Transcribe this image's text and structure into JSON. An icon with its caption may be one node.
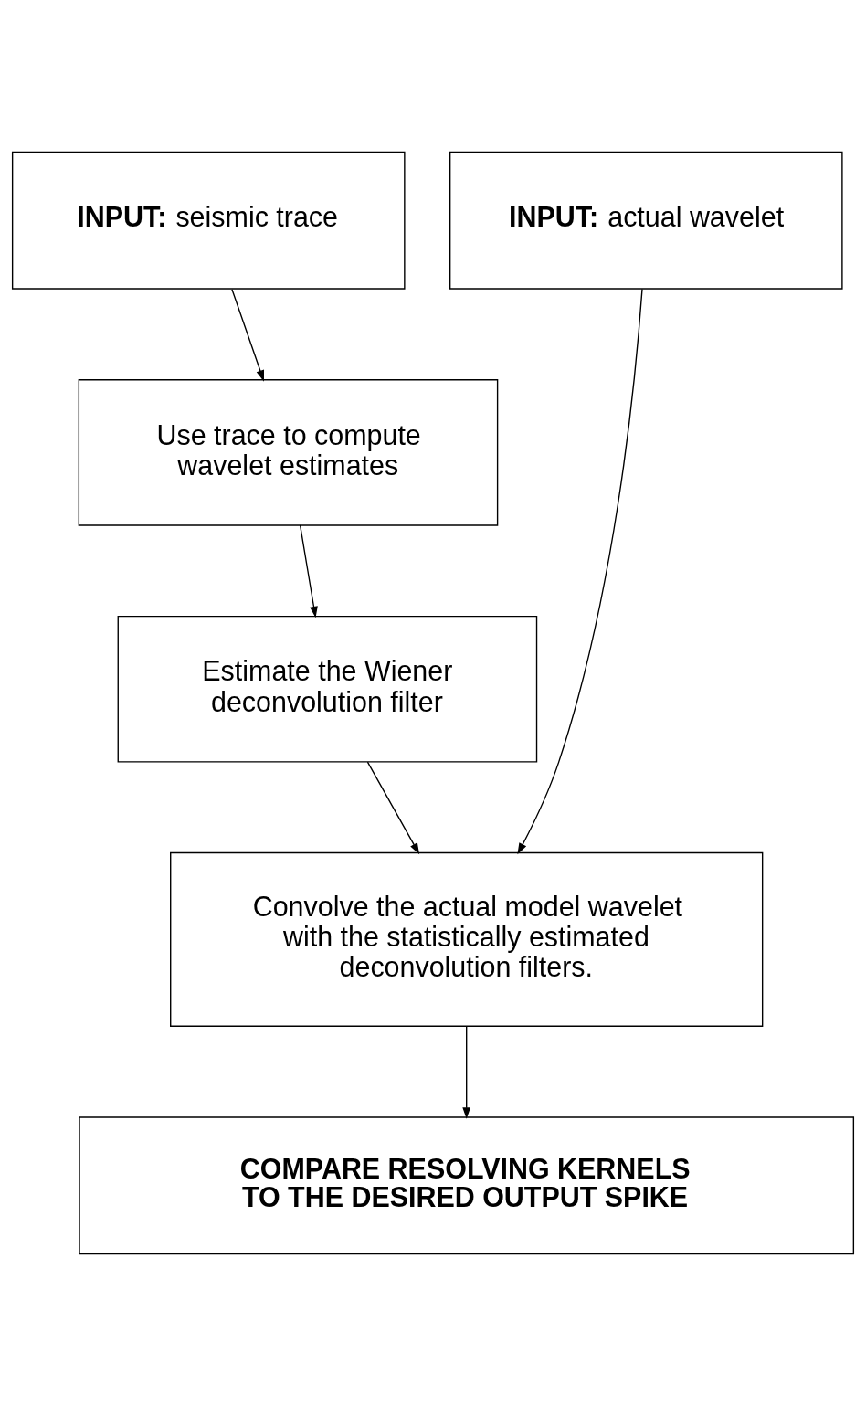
{
  "diagram": {
    "nodes": [
      {
        "text": [
          "**INPUT:** seismic trace"
        ]
      },
      {
        "text": [
          "**INPUT:** actual wavelet"
        ]
      },
      {
        "text": [
          "Use trace to compute wavelet estimates"
        ]
      },
      {
        "text": [
          "Estimate the Wiener deconvolution filter"
        ]
      },
      {
        "text": [
          "Convolve the actual model wavelet with the statistically estimated deconvolution filters."
        ]
      },
      {
        "text": [
          "COMPARE RESOLVING KERNELS TO THE DESIRED OUTPUT SPIKE"
        ]
      }
    ],
    "edges": [
      {
        "from": 0,
        "to": 2,
        "arrow": "to"
      },
      {
        "from": 2,
        "to": 3,
        "arrow": "to"
      },
      {
        "from": 3,
        "to": 4,
        "arrow": "to"
      },
      {
        "from": 1,
        "to": 4,
        "arrow": "to"
      },
      {
        "from": 4,
        "to": 5,
        "arrow": "to"
      }
    ]
  }
}
